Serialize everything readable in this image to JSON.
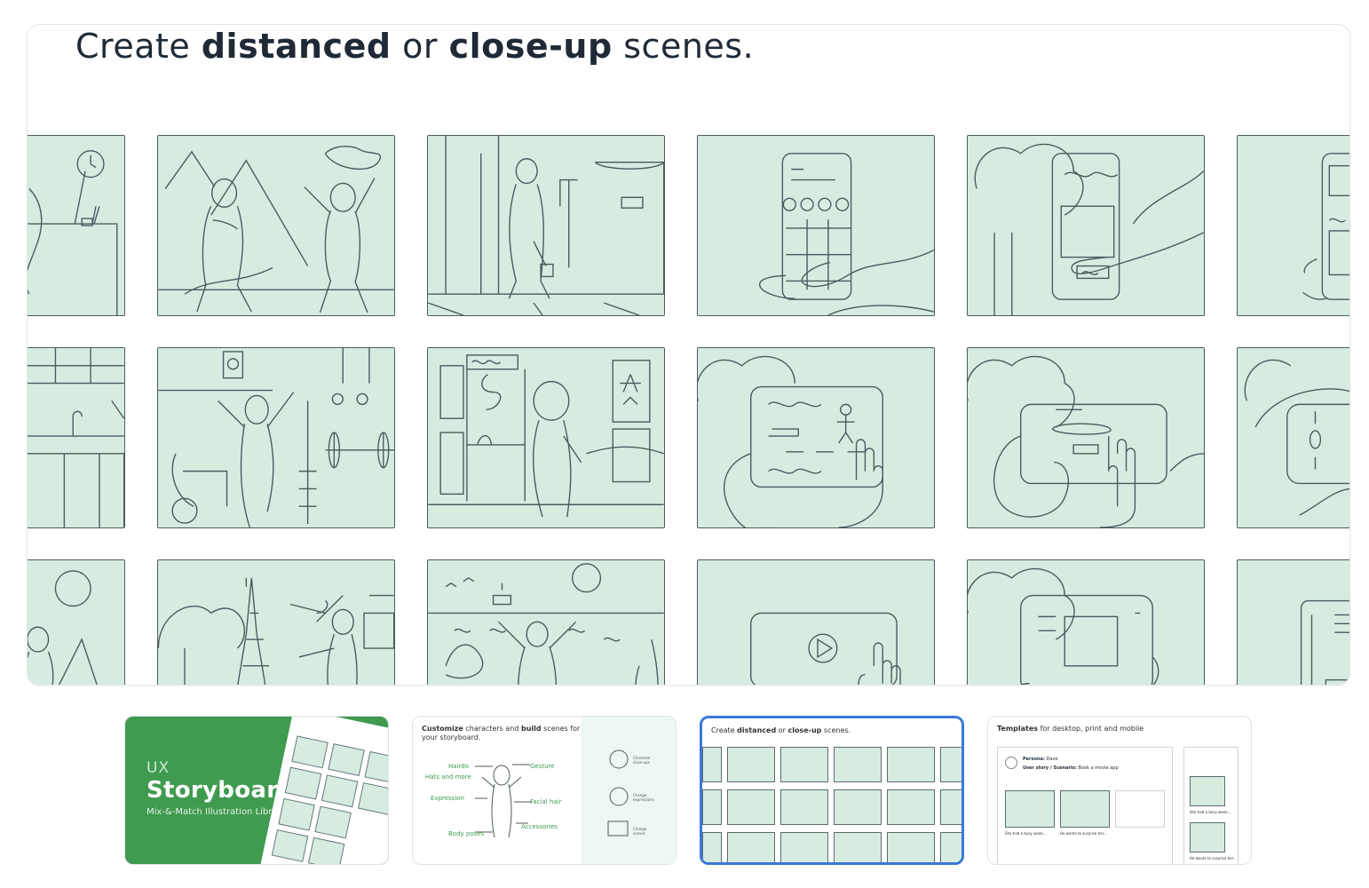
{
  "headline": {
    "part1": "Create ",
    "bold1": "distanced",
    "part2": " or ",
    "bold2": "close-up",
    "part3": " scenes."
  },
  "colors": {
    "panel_fill": "#d6ece0",
    "panel_stroke": "#4b5a5f",
    "active_border": "#3b78d8",
    "cover_green": "#3f9b4f"
  },
  "thumbnails": [
    {
      "ux": "UX",
      "title": "Storyboard",
      "subtitle": "Mix-&-Match Illustration Library"
    },
    {
      "title_bold": "Customize",
      "title_mid": " characters and ",
      "title_bold2": "build",
      "title_end": " scenes for your storyboard.",
      "labels": [
        "Hairdo",
        "Hats and more",
        "Gesture",
        "Expression",
        "Facial hair",
        "Accessories",
        "Body poses"
      ],
      "side_labels": [
        "Character close-ups",
        "Change expressions",
        "Change scenes"
      ]
    },
    {
      "title_pre": "Create ",
      "title_bold": "distanced",
      "title_mid": " or ",
      "title_bold2": "close-up",
      "title_end": " scenes."
    },
    {
      "title_bold": "Templates",
      "title_end": " for desktop, print and mobile",
      "persona_label": "Persona:",
      "persona_name": "Dave",
      "story_label": "User story / Scenario:",
      "story_text": "Book a movie app",
      "captions": [
        "She had a busy week...",
        "He wants to surprise her...",
        "She had a busy week...",
        "He wants to surprise her..."
      ]
    }
  ]
}
